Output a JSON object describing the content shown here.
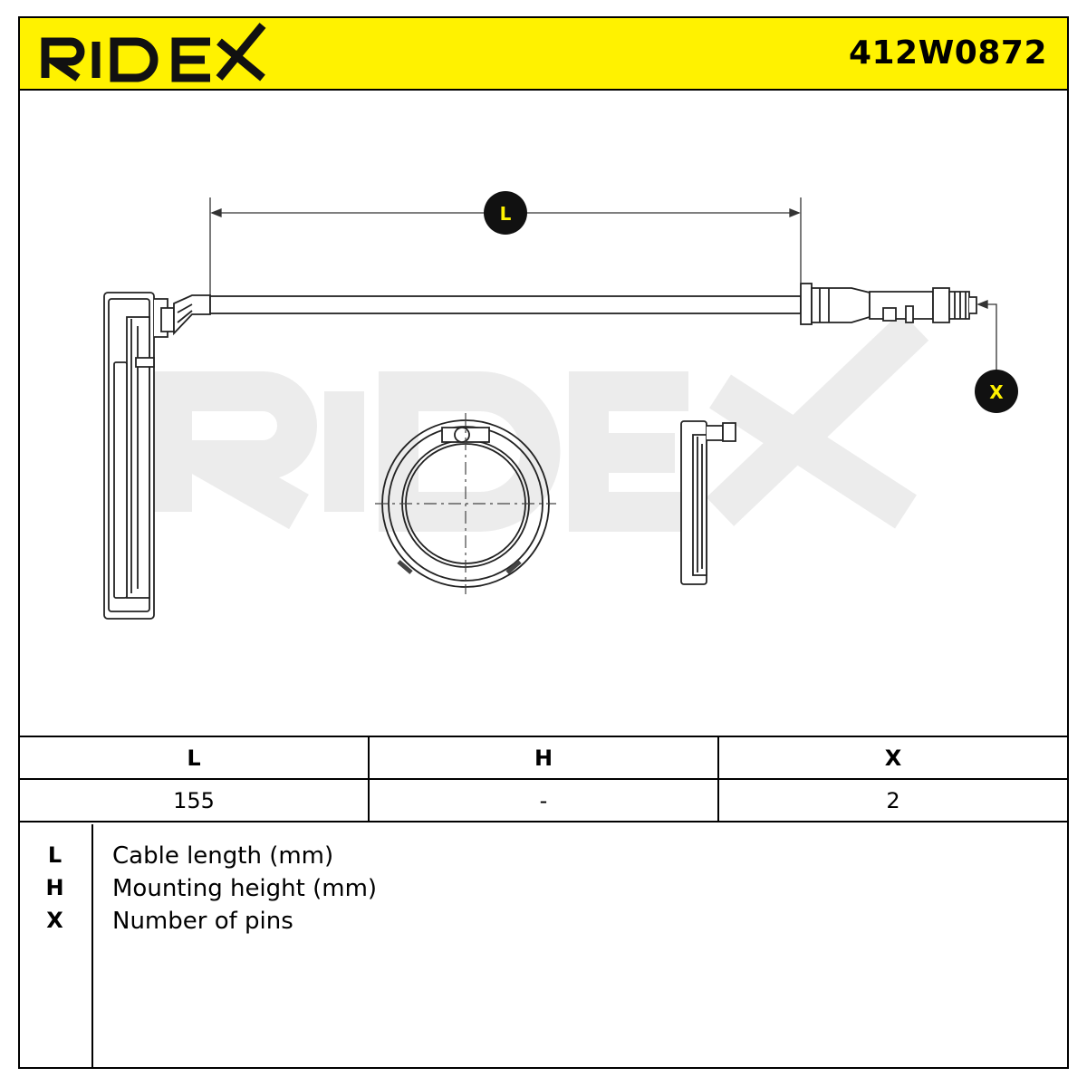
{
  "header": {
    "brand": "RIDEX",
    "part_number": "412W0872",
    "accent_color": "#FFF200"
  },
  "watermark": {
    "text": "RIDEX",
    "color": "#ebebeb"
  },
  "drawing": {
    "callouts": [
      {
        "id": "L",
        "label": "L"
      },
      {
        "id": "X",
        "label": "X"
      }
    ]
  },
  "spec_table": {
    "columns": [
      "L",
      "H",
      "X"
    ],
    "values": [
      "155",
      "-",
      "2"
    ]
  },
  "legend": [
    {
      "key": "L",
      "text": "Cable length (mm)"
    },
    {
      "key": "H",
      "text": "Mounting height (mm)"
    },
    {
      "key": "X",
      "text": "Number of pins"
    }
  ]
}
